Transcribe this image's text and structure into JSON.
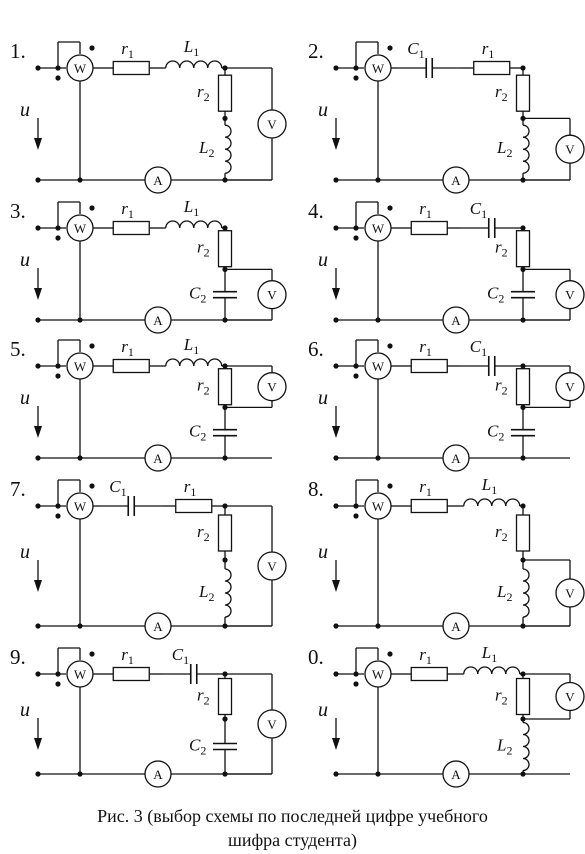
{
  "circuits": [
    {
      "number": "1.",
      "elements": [
        "r",
        "L"
      ],
      "bottom": "rL",
      "voltmeter": "across-all"
    },
    {
      "number": "2.",
      "elements": [
        "C",
        "r"
      ],
      "bottom": "rL",
      "voltmeter": "across-L"
    },
    {
      "number": "3.",
      "elements": [
        "r",
        "L"
      ],
      "bottom": "rC",
      "voltmeter": "across-C"
    },
    {
      "number": "4.",
      "elements": [
        "r",
        "C"
      ],
      "bottom": "rC",
      "voltmeter": "across-C"
    },
    {
      "number": "5.",
      "elements": [
        "r",
        "L"
      ],
      "bottom": "rC",
      "voltmeter": "across-r"
    },
    {
      "number": "6.",
      "elements": [
        "r",
        "C"
      ],
      "bottom": "rC",
      "voltmeter": "across-r"
    },
    {
      "number": "7.",
      "elements": [
        "C",
        "r"
      ],
      "bottom": "rL",
      "voltmeter": "across-all"
    },
    {
      "number": "8.",
      "elements": [
        "r",
        "L"
      ],
      "bottom": "rL",
      "voltmeter": "across-L"
    },
    {
      "number": "9.",
      "elements": [
        "r",
        "C"
      ],
      "bottom": "rC",
      "voltmeter": "across-all"
    },
    {
      "number": "0.",
      "elements": [
        "r",
        "L"
      ],
      "bottom": "rL",
      "voltmeter": "across-r"
    }
  ],
  "labels": {
    "voltage": "u",
    "wattmeter": "W",
    "ammeter": "A",
    "voltmeter": "V",
    "r1": "r",
    "r1_sub": "1",
    "r2": "r",
    "r2_sub": "2",
    "L1": "L",
    "L1_sub": "1",
    "L2": "L",
    "L2_sub": "2",
    "C1": "C",
    "C1_sub": "1",
    "C2": "C",
    "C2_sub": "2"
  },
  "caption": {
    "line1": "Рис. 3 (выбор схемы по последней цифре учебного",
    "line2": "шифра студента)"
  }
}
